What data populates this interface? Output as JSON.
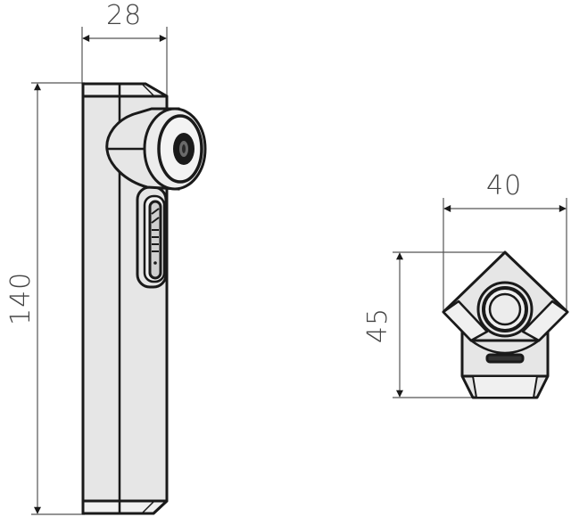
{
  "drawing": {
    "type": "technical-dimension-drawing",
    "units": "mm",
    "colors": {
      "line": "#1a1a1a",
      "dim_line": "#555555",
      "fill": "#e6e6e6",
      "fill_light": "#f0f0f0",
      "background": "#ffffff"
    },
    "side_view": {
      "width_dimension": "28",
      "height_dimension": "140"
    },
    "end_view": {
      "width_dimension": "40",
      "height_dimension": "45"
    }
  }
}
